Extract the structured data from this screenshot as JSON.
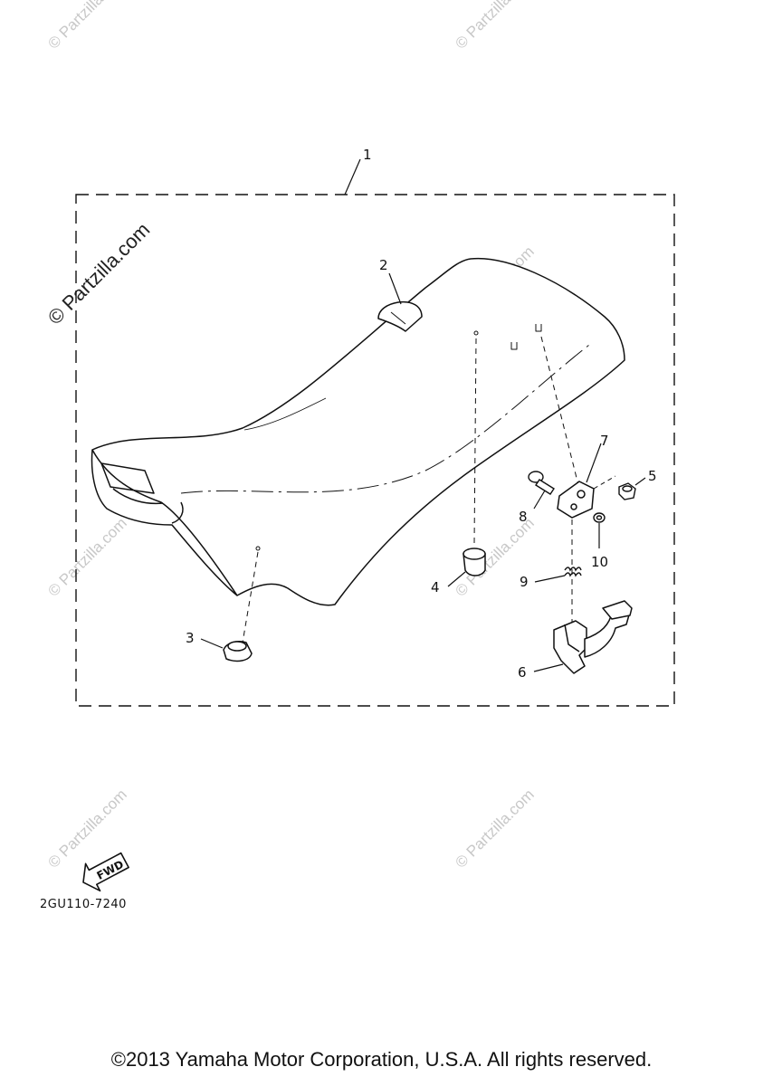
{
  "watermark": "© Partzilla.com",
  "callouts": {
    "c1": "1",
    "c2": "2",
    "c3": "3",
    "c4": "4",
    "c5": "5",
    "c6": "6",
    "c7": "7",
    "c8": "8",
    "c9": "9",
    "c10": "10"
  },
  "fwd_label": "FWD",
  "diagram_code": "2GU110-7240",
  "copyright": "©2013 Yamaha Motor Corporation, U.S.A. All rights reserved."
}
